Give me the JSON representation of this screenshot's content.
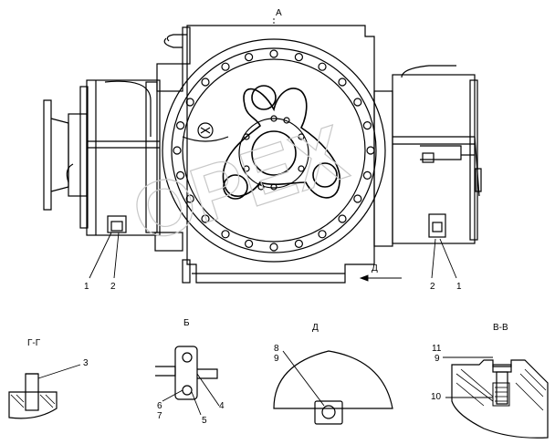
{
  "view_labels": {
    "main": "А",
    "section_g": "Г-Г",
    "view_b": "Б",
    "view_d": "Д",
    "section_v": "В-В",
    "arrow_d": "Д"
  },
  "callouts": {
    "left_1": "1",
    "left_2": "2",
    "right_2": "2",
    "right_1": "1",
    "g_3": "3",
    "b_6": "6",
    "b_7": "7",
    "b_5": "5",
    "b_4": "4",
    "d_8": "8",
    "d_9": "9",
    "v_11": "11",
    "v_9": "9",
    "v_10": "10"
  },
  "watermark": "OPEX"
}
